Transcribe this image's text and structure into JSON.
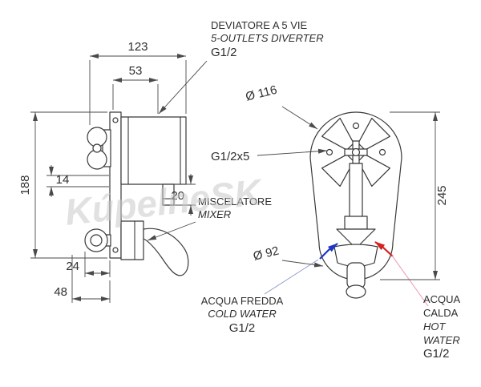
{
  "watermark": {
    "text": "KúpelneSK"
  },
  "colors": {
    "line": "#383838",
    "dimension": "#4a4a4a",
    "cold_accent": "#1f35c4",
    "hot_accent": "#d42020",
    "watermark": "#c9c9c9"
  },
  "labels": {
    "deviatore": {
      "l1": "DEVIATORE A 5 VIE",
      "l2": "5-OUTLETS DIVERTER",
      "l3": "G1/2"
    },
    "miscelatore": {
      "l1": "MISCELATORE",
      "l2": "MIXER"
    },
    "thread": "G1/2x5",
    "cold": {
      "l1": "ACQUA FREDDA",
      "l2": "COLD WATER",
      "l3": "G1/2"
    },
    "hot": {
      "l1": "ACQUA",
      "l2": "CALDA",
      "l3": "HOT",
      "l4": "WATER",
      "l5": "G1/2"
    }
  },
  "dims": {
    "d123": "123",
    "d53": "53",
    "d188": "188",
    "d14": "14",
    "d20": "20",
    "d24": "24",
    "d48": "48",
    "d245": "245",
    "dia116": "Ø 116",
    "dia92": "Ø 92"
  }
}
